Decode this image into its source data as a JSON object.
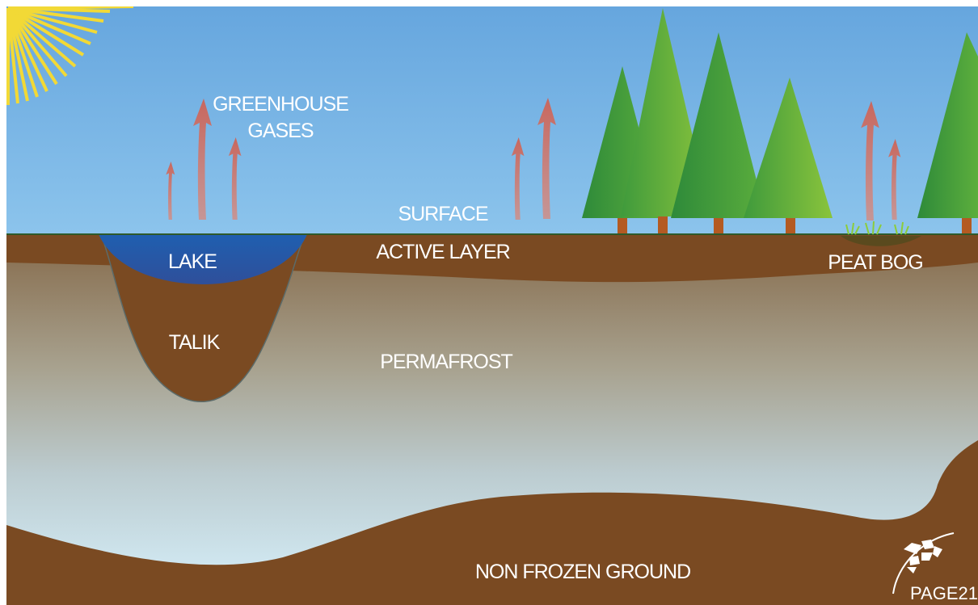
{
  "labels": {
    "greenhouse_line1": "GREENHOUSE",
    "greenhouse_line2": "GASES",
    "surface": "SURFACE",
    "active_layer": "ACTIVE LAYER",
    "lake": "LAKE",
    "peat_bog": "PEAT BOG",
    "talik": "TALIK",
    "permafrost": "PERMAFROST",
    "non_frozen_ground": "NON FROZEN GROUND"
  },
  "logo": {
    "text": "PAGE21"
  },
  "colors": {
    "sky_top": "#66a6de",
    "sky_bottom": "#87c0ea",
    "soil": "#7a4a22",
    "lake": "#2a5caa",
    "tree": "#3d9a3a",
    "arrow": "#d98576",
    "sun": "#f2d936",
    "permafrost_top": "#8f7a60",
    "permafrost_bottom": "#c6dce6"
  }
}
